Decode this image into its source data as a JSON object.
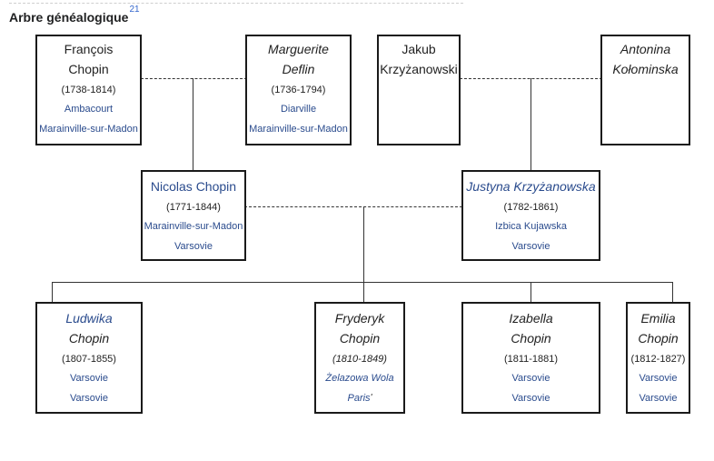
{
  "title": "Arbre généalogique",
  "title_ref": "21",
  "people": {
    "francois": {
      "first": "François",
      "last": "Chopin",
      "dates": "(1738-1814)",
      "birth": "Ambacourt",
      "death": "Marainville-sur-Madon"
    },
    "marguerite": {
      "first": "Marguerite",
      "last": "Deflin",
      "dates": "(1736-1794)",
      "birth": "Diarville",
      "death": "Marainville-sur-Madon"
    },
    "jakub": {
      "first": "Jakub",
      "last": "Krzyżanowski"
    },
    "antonina": {
      "first": "Antonina",
      "last": "Kołominska"
    },
    "nicolas": {
      "name": "Nicolas Chopin",
      "dates": "(1771-1844)",
      "birth": "Marainville-sur-Madon",
      "death": "Varsovie"
    },
    "justyna": {
      "name": "Justyna Krzyżanowska",
      "dates": "(1782-1861)",
      "birth": "Izbica Kujawska",
      "death": "Varsovie"
    },
    "ludwika": {
      "first": "Ludwika",
      "last": "Chopin",
      "dates": "(1807-1855)",
      "birth": "Varsovie",
      "death": "Varsovie"
    },
    "fryderyk": {
      "first": "Fryderyk",
      "last": "Chopin",
      "dates": "(1810-1849)",
      "birth": "Żelazowa Wola",
      "death": "Paris",
      "death_mark": "'"
    },
    "izabella": {
      "first": "Izabella",
      "last": "Chopin",
      "dates": "(1811-1881)",
      "birth": "Varsovie",
      "death": "Varsovie"
    },
    "emilia": {
      "first": "Emilia",
      "last": "Chopin",
      "dates": "(1812-1827)",
      "birth": "Varsovie",
      "death": "Varsovie"
    }
  }
}
